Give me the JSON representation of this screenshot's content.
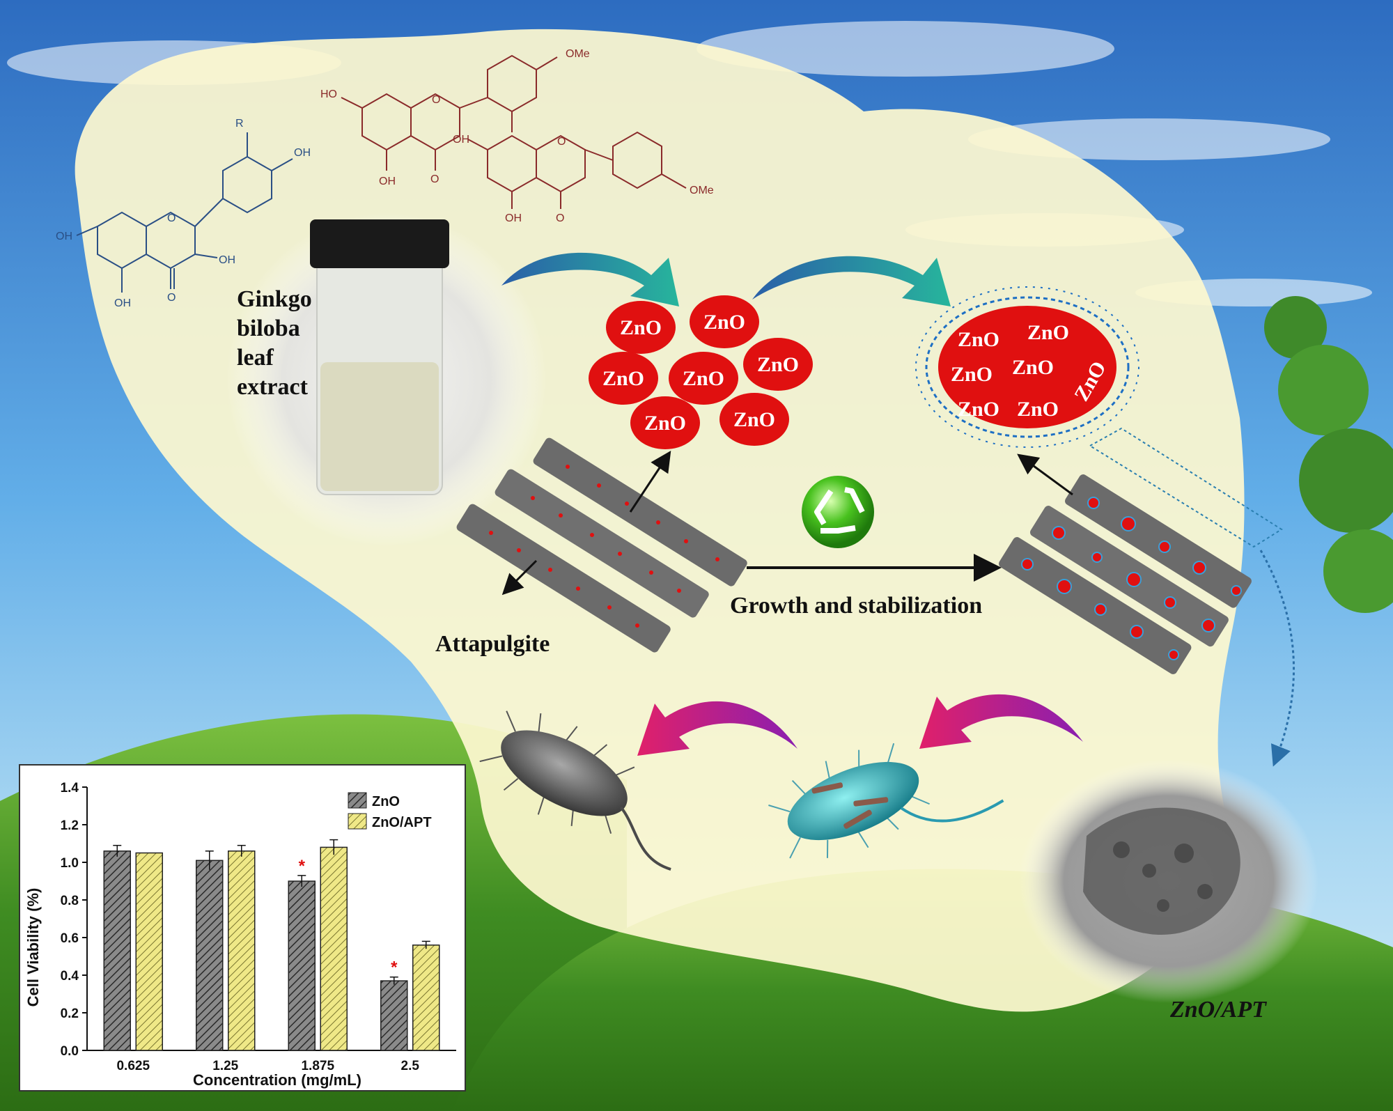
{
  "labels": {
    "extract": [
      "Ginkgo",
      "biloba",
      "leaf",
      "extract"
    ],
    "attapulgite": "Attapulgite",
    "process": "Growth and stabilization",
    "composite": "ZnO/APT",
    "zno": "ZnO"
  },
  "molecules": {
    "flavonol": {
      "groups": [
        "R",
        "OH",
        "OH",
        "OH",
        "OH",
        "O",
        "O"
      ]
    },
    "biflavone": {
      "groups": [
        "OMe",
        "HO",
        "OH",
        "OH",
        "OH",
        "O",
        "O",
        "O",
        "O",
        "OMe"
      ]
    }
  },
  "colors": {
    "sky": "#3d8fd9",
    "grass": "#4f9a2a",
    "leaf": "#fdf8d0",
    "zno_particle": "#e01010",
    "rod": "#6b6b6b",
    "ligand": "#1d6fc4",
    "flavonol_structure": "#2a4f85",
    "biflavone_structure": "#8a2a2a",
    "arrow_teal": "#1f9a8a",
    "arrow_magenta": "#a01ea8"
  },
  "icons": [
    "recycle-icon",
    "bacterium-icon",
    "vial-photo",
    "tem-image"
  ],
  "chart_data": {
    "type": "bar",
    "categories": [
      "0.625",
      "1.25",
      "1.875",
      "2.5"
    ],
    "series": [
      {
        "name": "ZnO",
        "values": [
          1.06,
          1.01,
          0.9,
          0.37
        ],
        "errors": [
          0.03,
          0.05,
          0.03,
          0.02
        ],
        "color": "#5a5a5a"
      },
      {
        "name": "ZnO/APT",
        "values": [
          1.05,
          1.06,
          1.08,
          0.56
        ],
        "errors": [
          0.0,
          0.03,
          0.04,
          0.02
        ],
        "color": "#e8e070"
      }
    ],
    "significance": [
      {
        "series": "ZnO",
        "category": "1.875",
        "mark": "*"
      },
      {
        "series": "ZnO",
        "category": "2.5",
        "mark": "*"
      }
    ],
    "xlabel": "Concentration (mg/mL)",
    "ylabel": "Cell Viability (%)",
    "ylim": [
      0.0,
      1.4
    ],
    "yticks": [
      "0.0",
      "0.2",
      "0.4",
      "0.6",
      "0.8",
      "1.0",
      "1.2",
      "1.4"
    ],
    "legend": "top-right",
    "grid": false
  }
}
